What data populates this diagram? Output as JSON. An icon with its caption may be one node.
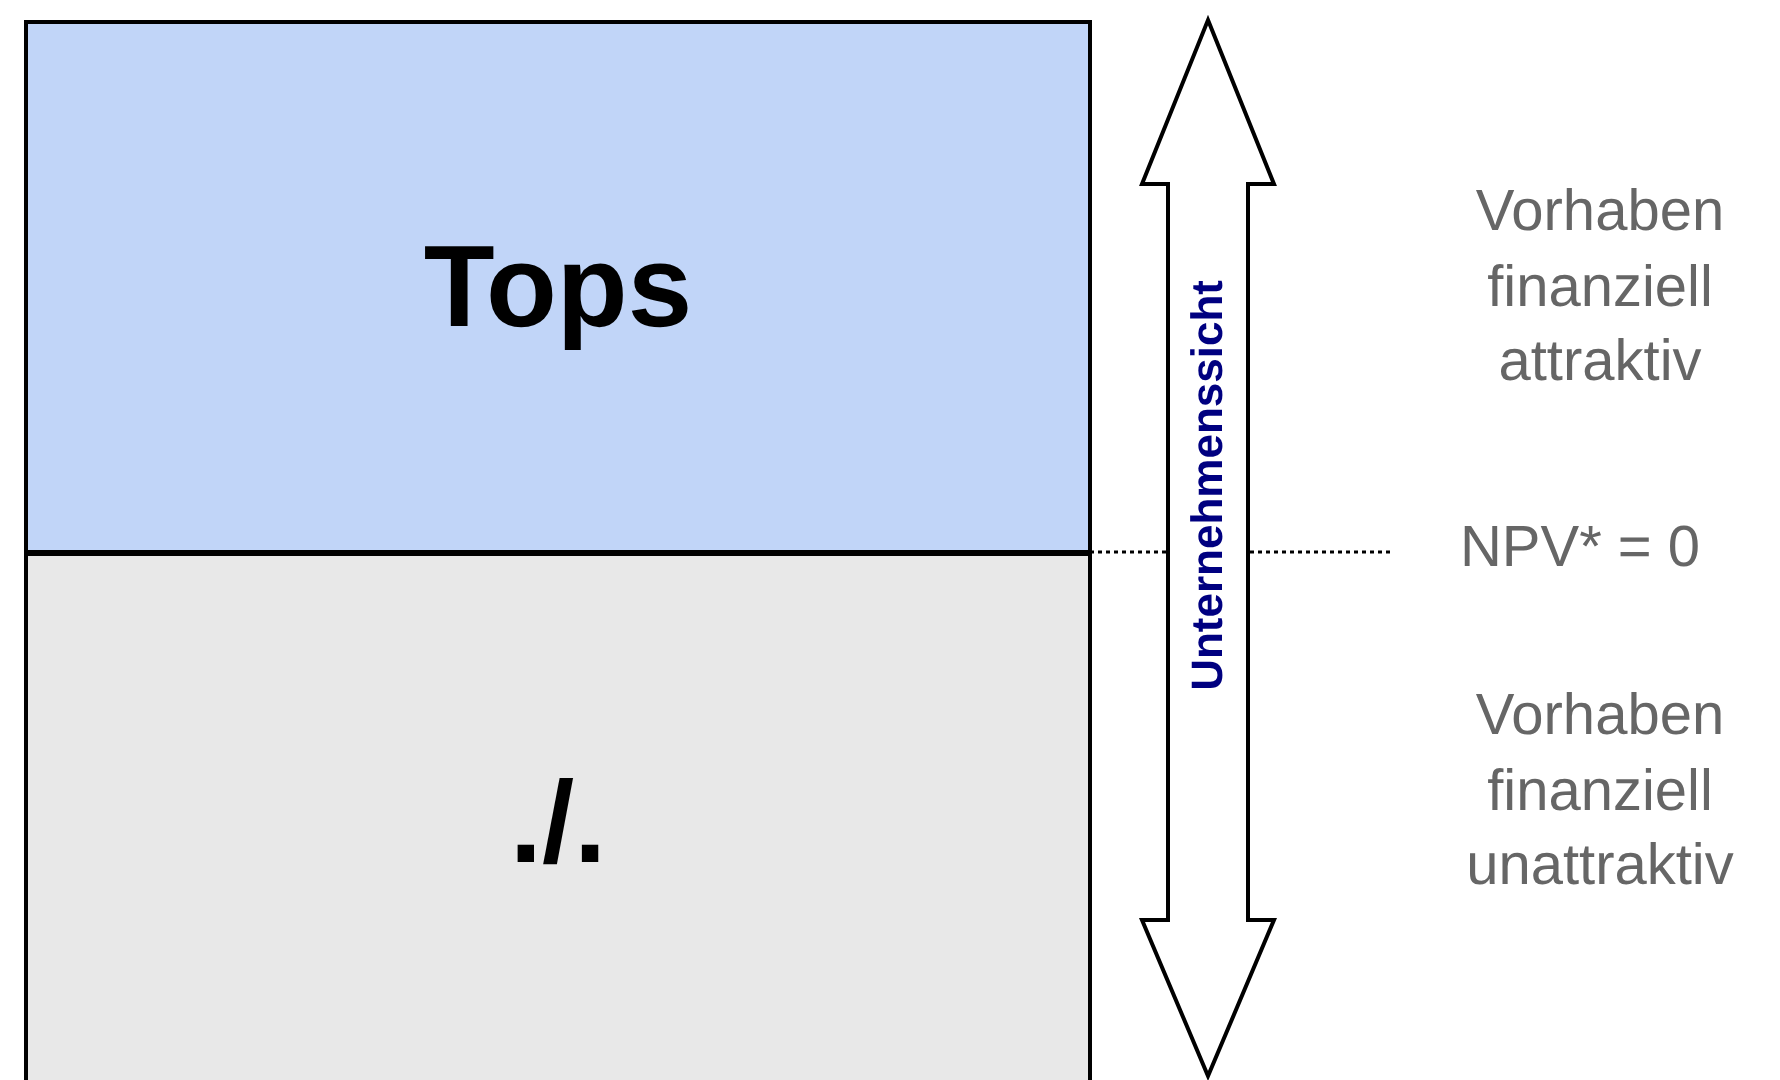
{
  "diagram": {
    "nodes": [
      {
        "text": [
          "Tops"
        ]
      },
      {
        "text": [
          "./."
        ]
      }
    ],
    "labels": [
      "Unternehmenssicht",
      "Vorhaben finanziell attraktiv",
      "NPV* = 0",
      "Vorhaben finanziell unattraktiv"
    ]
  }
}
